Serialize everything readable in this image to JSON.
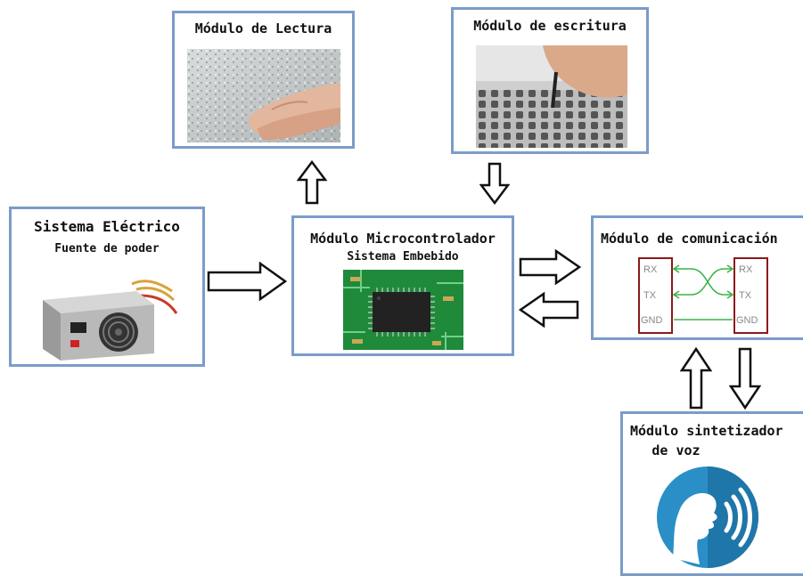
{
  "modules": {
    "lectura": {
      "title": "Módulo de Lectura"
    },
    "escritura": {
      "title": "Módulo de escritura"
    },
    "electrico": {
      "title": "Sistema Eléctrico",
      "subtitle": "Fuente de poder"
    },
    "micro": {
      "title": "Módulo Microcontrolador",
      "subtitle": "Sistema Embebido"
    },
    "comunicacion": {
      "title": "Módulo de comunicación",
      "pins_left": [
        "RX",
        "TX",
        "GND"
      ],
      "pins_right": [
        "RX",
        "TX",
        "GND"
      ]
    },
    "voz": {
      "title_line1": "Módulo sintetizador",
      "title_line2": "de voz"
    }
  },
  "colors": {
    "box_border": "#7b9cc9",
    "pcb_green": "#1f8a3a",
    "connector_red": "#8b1a1a",
    "wire_green": "#3bb34a",
    "voice_blue": "#2a8fc6"
  }
}
